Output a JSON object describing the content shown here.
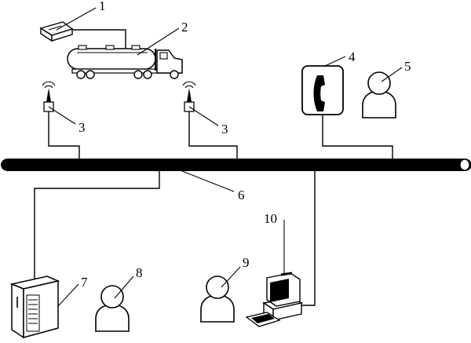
{
  "labels": {
    "l1": "1",
    "l2": "2",
    "l3a": "3",
    "l3b": "3",
    "l4": "4",
    "l5": "5",
    "l6": "6",
    "l7": "7",
    "l8": "8",
    "l9": "9",
    "l10": "10"
  },
  "components": {
    "gps_unit": "gps-terminal-icon",
    "tanker": "tanker-truck-icon",
    "antenna_left": "antenna-icon",
    "antenna_right": "antenna-icon",
    "telephone": "telephone-icon",
    "person_5": "person-icon",
    "network_bus": "network-bus",
    "server": "server-icon",
    "person_8": "person-icon",
    "person_9": "person-icon",
    "computer": "computer-icon"
  }
}
